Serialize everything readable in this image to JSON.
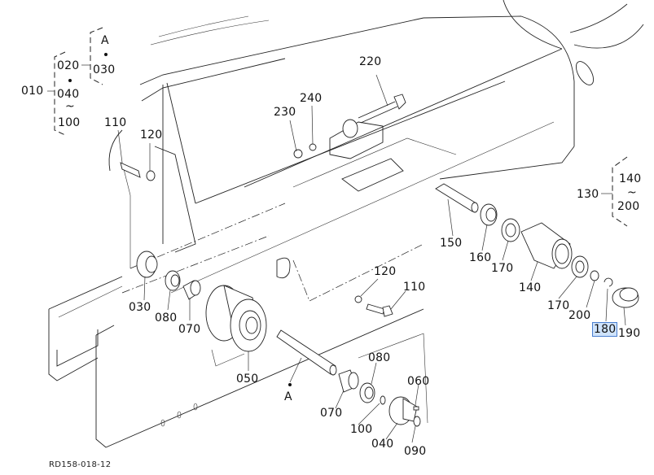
{
  "diagram": {
    "drawing_code": "RD158-018-12",
    "selected_label": "180",
    "group_brackets": [
      {
        "id": "010",
        "label": "010",
        "members": [
          "020",
          "040",
          "~",
          "100"
        ]
      },
      {
        "id": "A",
        "label": "A",
        "members": [
          "A",
          "•",
          "030"
        ]
      },
      {
        "id": "130",
        "label": "130",
        "members": [
          "140",
          "~",
          "200"
        ]
      }
    ],
    "callouts": {
      "c010": "010",
      "c020": "020",
      "c030_top": "030",
      "c040_top": "040",
      "c_tilde1": "~",
      "c100_top": "100",
      "cA_top": "A",
      "c110_left": "110",
      "c120_left": "120",
      "c220": "220",
      "c230": "230",
      "c240": "240",
      "c130": "130",
      "c140_top": "140",
      "c_tilde2": "~",
      "c200_top": "200",
      "c150": "150",
      "c160": "160",
      "c170_a": "170",
      "c140": "140",
      "c170_b": "170",
      "c200": "200",
      "c180": "180",
      "c190": "190",
      "c120_mid": "120",
      "c110_mid": "110",
      "c030": "030",
      "c080_left": "080",
      "c070_left": "070",
      "c050": "050",
      "cA_bottom": "A",
      "c080_right": "080",
      "c060": "060",
      "c070_right": "070",
      "c100": "100",
      "c040": "040",
      "c090": "090"
    }
  }
}
